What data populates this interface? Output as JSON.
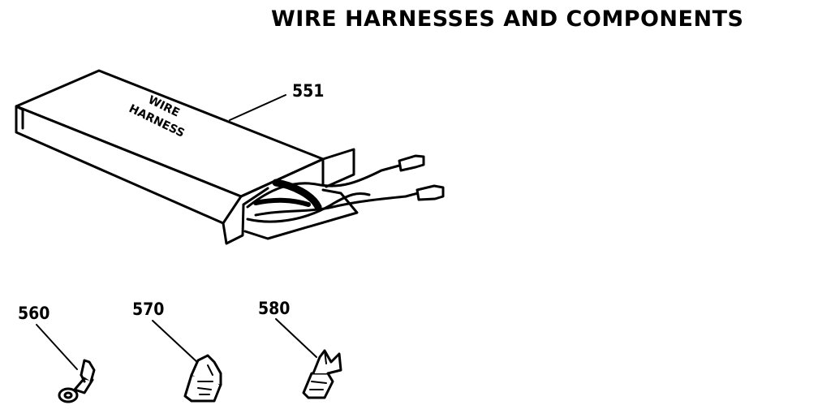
{
  "title": "WIRE HARNESSES AND COMPONENTS",
  "box_label": [
    "WIRE",
    "HARNESS"
  ],
  "callouts": {
    "harness": "551",
    "ring_terminal": "560",
    "flag_terminal": "570",
    "spade_terminal": "580"
  },
  "colors": {
    "ink": "#000000",
    "paper": "#ffffff"
  }
}
